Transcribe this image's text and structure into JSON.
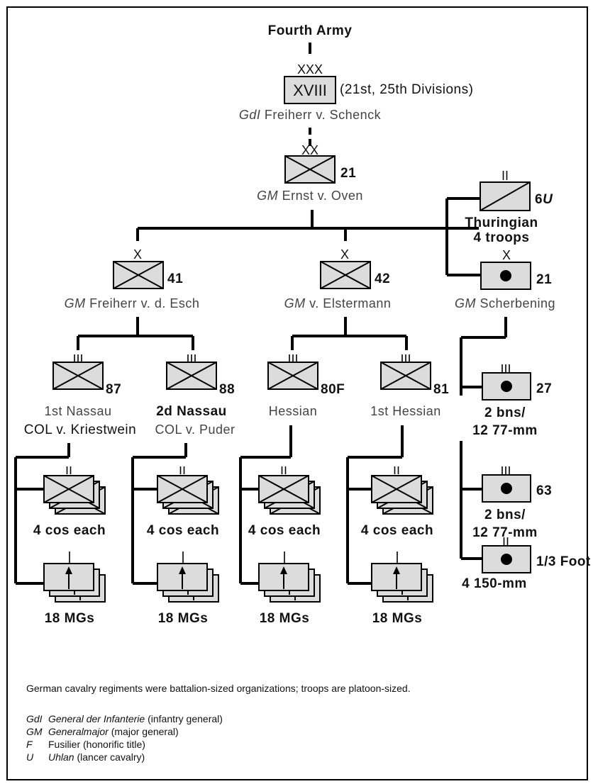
{
  "army": {
    "name": "Fourth Army"
  },
  "corps": {
    "echelon": "XXX",
    "id": "XVIII",
    "note": "(21st, 25th Divisions)",
    "rank": "GdI",
    "commander": " Freiherr v. Schenck"
  },
  "division": {
    "echelon": "XX",
    "number": "21",
    "rank": "GM",
    "commander": " Ernst v. Oven"
  },
  "cavalry": {
    "echelon": "II",
    "number": "6",
    "suffix": "U",
    "name": "Thuringian",
    "size": "4 troops"
  },
  "artillery_brigade": {
    "echelon": "X",
    "number": "21",
    "rank": "GM",
    "commander": " Scherbening"
  },
  "brigade_41": {
    "echelon": "X",
    "number": "41",
    "rank": "GM",
    "commander": " Freiherr v. d. Esch"
  },
  "brigade_42": {
    "echelon": "X",
    "number": "42",
    "rank": "GM",
    "commander": "  v. Elstermann"
  },
  "regiments": [
    {
      "echelon": "III",
      "number": "87",
      "name": "1st Nassau",
      "commander": "COL v. Kriestwein",
      "battalions": "4 cos each",
      "mgs": "18 MGs"
    },
    {
      "echelon": "III",
      "number": "88",
      "name": "2d Nassau",
      "commander": "COL v. Puder",
      "battalions": "4 cos each",
      "mgs": "18 MGs"
    },
    {
      "echelon": "III",
      "number": "80F",
      "name": "Hessian",
      "commander": "",
      "battalions": "4 cos each",
      "mgs": "18 MGs"
    },
    {
      "echelon": "III",
      "number": "81",
      "name": "1st Hessian",
      "commander": "",
      "battalions": "4 cos each",
      "mgs": "18 MGs"
    }
  ],
  "artillery": [
    {
      "echelon": "III",
      "number": "27",
      "line1": "2 bns/",
      "line2": "12 77-mm"
    },
    {
      "echelon": "III",
      "number": "63",
      "line1": "2 bns/",
      "line2": "12 77-mm"
    },
    {
      "echelon": "II",
      "number": "1/3 Foot",
      "line1": "4 150-mm",
      "line2": ""
    }
  ],
  "notes": {
    "main": "German cavalry regiments were battalion-sized organizations; troops are platoon-sized.",
    "legend": [
      {
        "abbr": "GdI",
        "term": "General der Infanterie",
        "desc": " (infantry general)"
      },
      {
        "abbr": "GM",
        "term": "Generalmajor",
        "desc": " (major general)"
      },
      {
        "abbr": "F",
        "term": "",
        "desc": "Fusilier (honorific title)"
      },
      {
        "abbr": "U",
        "term": "Uhlan",
        "desc": " (lancer cavalry)"
      }
    ]
  }
}
